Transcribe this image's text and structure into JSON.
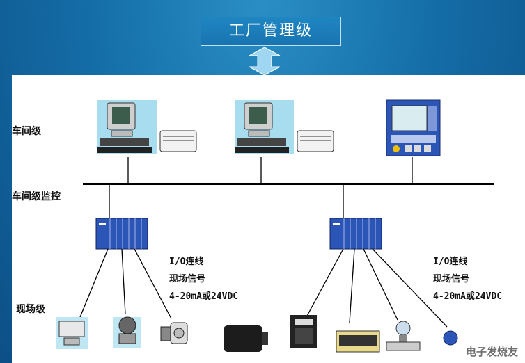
{
  "header": {
    "title": "工厂管理级"
  },
  "levels": {
    "workshop": "车间级",
    "workshop_monitor": "车间级监控",
    "field": "现场级"
  },
  "left_note": {
    "line1": "I/O连线",
    "line2": "现场信号",
    "line3": "4-20mA或24VDC"
  },
  "right_note": {
    "line1": "I/O连线",
    "line2": "现场信号",
    "line3": "4-20mA或24VDC"
  },
  "watermark": "电子发烧友",
  "colors": {
    "background": "#156ea8",
    "bus": "#000000",
    "plc": "#2c55b8",
    "screen": "#8fd3ea"
  }
}
